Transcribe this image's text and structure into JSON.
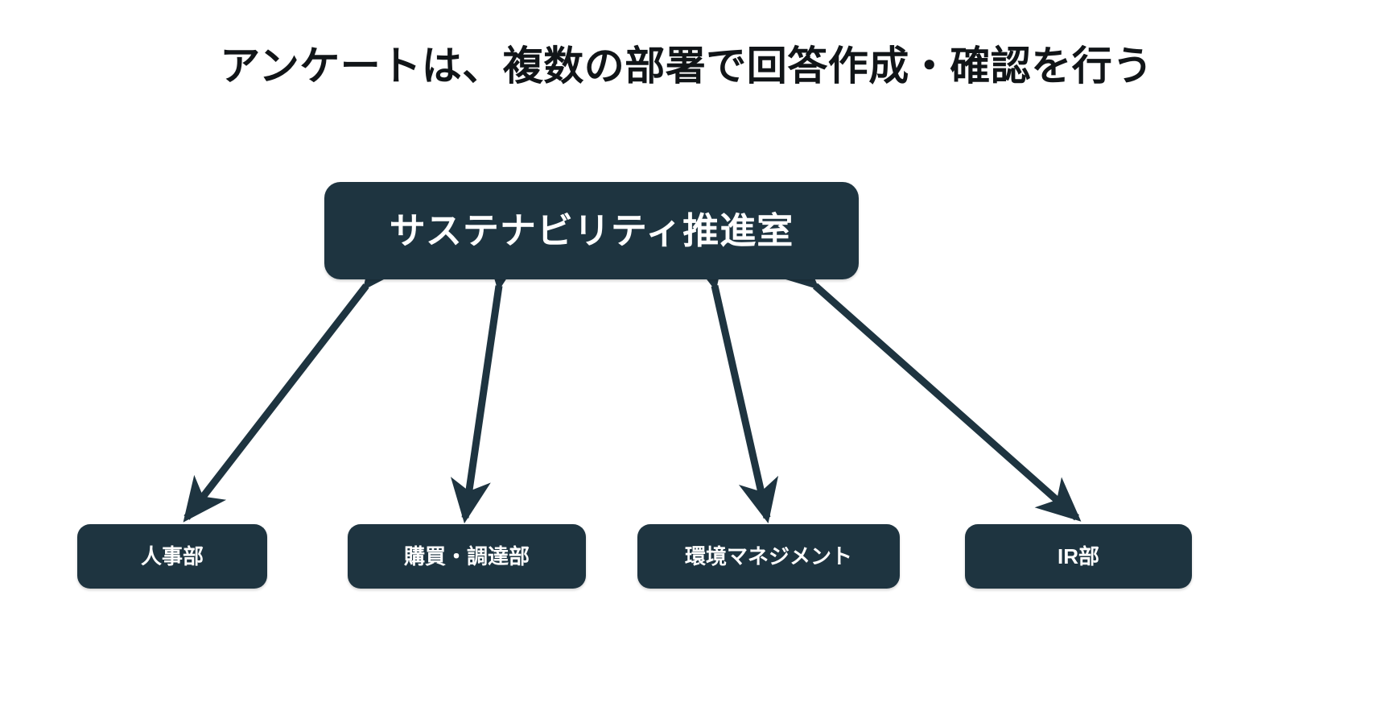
{
  "slide": {
    "title": "アンケートは、複数の部署で回答作成・確認を行う",
    "background_color": "#ffffff",
    "node_color": "#1e3440",
    "node_text_color": "#ffffff",
    "title_color": "#111518",
    "arrow_color": "#1e3440"
  },
  "diagram": {
    "type": "hub-and-spoke",
    "center_node": {
      "id": "sustainability-office",
      "label": "サステナビリティ推進室"
    },
    "department_nodes": [
      {
        "id": "hr",
        "label": "人事部"
      },
      {
        "id": "procure",
        "label": "購買・調達部"
      },
      {
        "id": "env",
        "label": "環境マネジメント"
      },
      {
        "id": "ir",
        "label": "IR部"
      }
    ],
    "connections": [
      {
        "from": "sustainability-office",
        "to": "hr",
        "style": "double-arrow"
      },
      {
        "from": "sustainability-office",
        "to": "procure",
        "style": "double-arrow"
      },
      {
        "from": "sustainability-office",
        "to": "env",
        "style": "double-arrow"
      },
      {
        "from": "sustainability-office",
        "to": "ir",
        "style": "double-arrow"
      }
    ]
  }
}
